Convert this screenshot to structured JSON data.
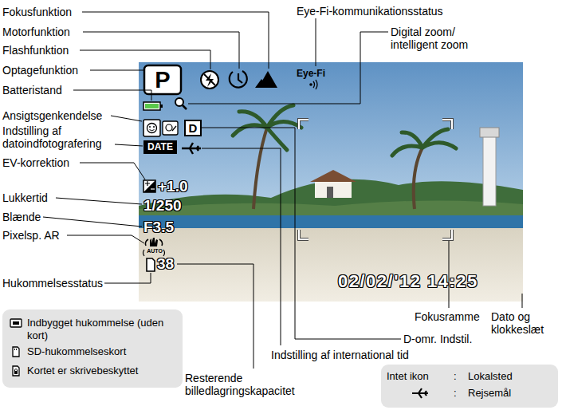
{
  "diagram": {
    "nodes": [
      {
        "text": [
          "Indbygget hukommelse (uden kort)",
          "SD-hukommelseskort",
          "Kortet er skrivebeskyttet"
        ]
      },
      {
        "text": [
          "Intet ikon",
          ":",
          "Lokalsted",
          ":",
          "Rejsemål"
        ]
      }
    ],
    "labels": [
      "Fokusfunktion",
      "Motorfunktion",
      "Flashfunktion",
      "Optagefunktion",
      "Batteristand",
      "Ansigtsgenkendelse",
      "Indstilling af datoindfotografering",
      "EV-korrektion",
      "Lukkertid",
      "Blænde",
      "Pixelsp. AR",
      "Hukommelsesstatus",
      "Eye-Fi-kommunikationsstatus",
      "Digital zoom/ intelligent zoom",
      "Fokusramme",
      "Dato og klokkeslæt",
      "D-omr. Indstil.",
      "Indstilling af international tid",
      "Resterende billedlagringskapacitet",
      "P",
      "Eye-Fi",
      "D",
      "DATE",
      "+1.0",
      "1/250",
      "F3.5",
      "AUTO",
      "38",
      "02/02/'12 14:25"
    ]
  }
}
